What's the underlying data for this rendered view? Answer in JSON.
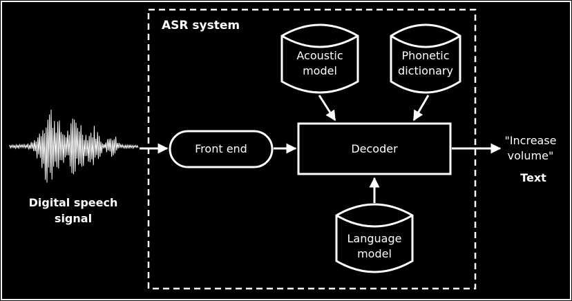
{
  "diagram": {
    "system_label": "ASR system",
    "input": {
      "line1": "Digital speech",
      "line2": "signal"
    },
    "front_end": "Front end",
    "decoder": "Decoder",
    "acoustic_model": {
      "line1": "Acoustic",
      "line2": "model"
    },
    "phonetic_dictionary": {
      "line1": "Phonetic",
      "line2": "dictionary"
    },
    "language_model": {
      "line1": "Language",
      "line2": "model"
    },
    "output": {
      "line1": "\"Increase",
      "line2": "volume\"",
      "caption": "Text"
    }
  },
  "colors": {
    "background": "#000000",
    "foreground": "#ffffff"
  }
}
